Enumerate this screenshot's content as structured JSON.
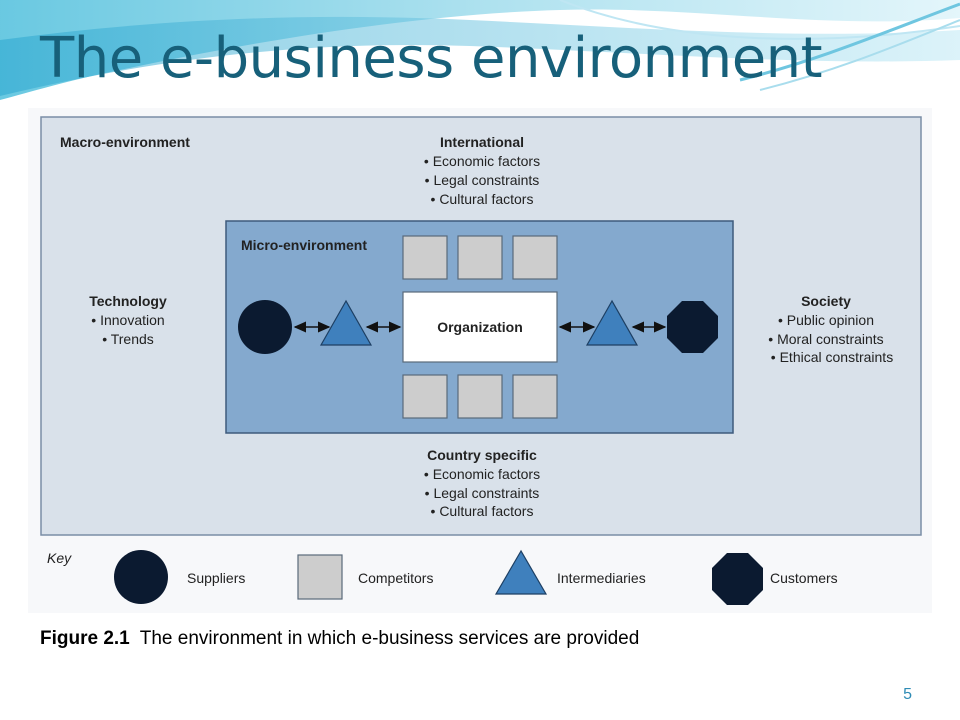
{
  "slide": {
    "title": "The e-business environment",
    "page_number": "5"
  },
  "diagram": {
    "macro": {
      "label": "Macro-environment",
      "international": {
        "heading": "International",
        "items": [
          "• Economic factors",
          "• Legal constraints",
          "• Cultural factors"
        ]
      },
      "technology": {
        "heading": "Technology",
        "items": [
          "• Innovation",
          "• Trends"
        ]
      },
      "society": {
        "heading": "Society",
        "items": [
          "• Public opinion",
          "• Moral constraints",
          "• Ethical constraints"
        ]
      },
      "country": {
        "heading": "Country specific",
        "items": [
          "• Economic factors",
          "• Legal constraints",
          "• Cultural factors"
        ]
      }
    },
    "micro": {
      "label": "Micro-environment",
      "organization": "Organization"
    },
    "key": {
      "label": "Key",
      "items": [
        {
          "shape": "circle",
          "label": "Suppliers"
        },
        {
          "shape": "square",
          "label": "Competitors"
        },
        {
          "shape": "triangle",
          "label": "Intermediaries"
        },
        {
          "shape": "octagon",
          "label": "Customers"
        }
      ]
    },
    "colors": {
      "macro_fill": "#d9e1ea",
      "micro_fill": "#84a9ce",
      "supplier": "#0b1a30",
      "intermediary": "#3f80bd",
      "competitor": "#cdcdcd",
      "title": "#17607a"
    }
  },
  "figure_caption": {
    "number": "Figure 2.1",
    "text": "The environment in which e-business services are provided"
  }
}
